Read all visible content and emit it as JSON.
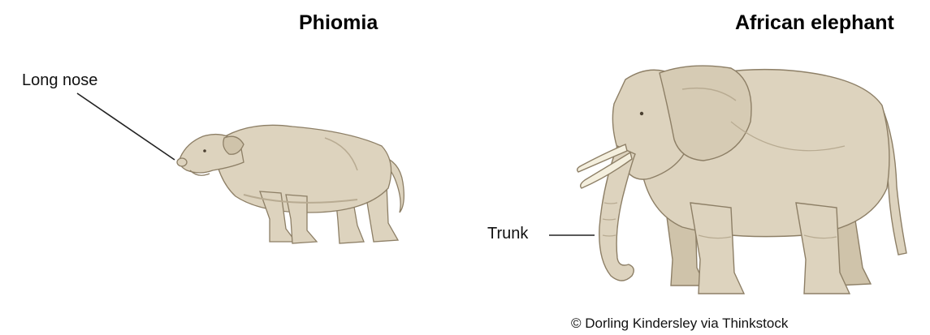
{
  "figure": {
    "left_animal": {
      "title": "Phiomia",
      "label": "Long nose"
    },
    "right_animal": {
      "title": "African elephant",
      "label": "Trunk"
    },
    "credit": "© Dorling Kindersley via Thinkstock"
  },
  "colors": {
    "body": "#ddd3be",
    "shade": "#b8ab92",
    "outline": "#8d7f66",
    "tusk": "#f4efde",
    "leader": "#222222"
  }
}
